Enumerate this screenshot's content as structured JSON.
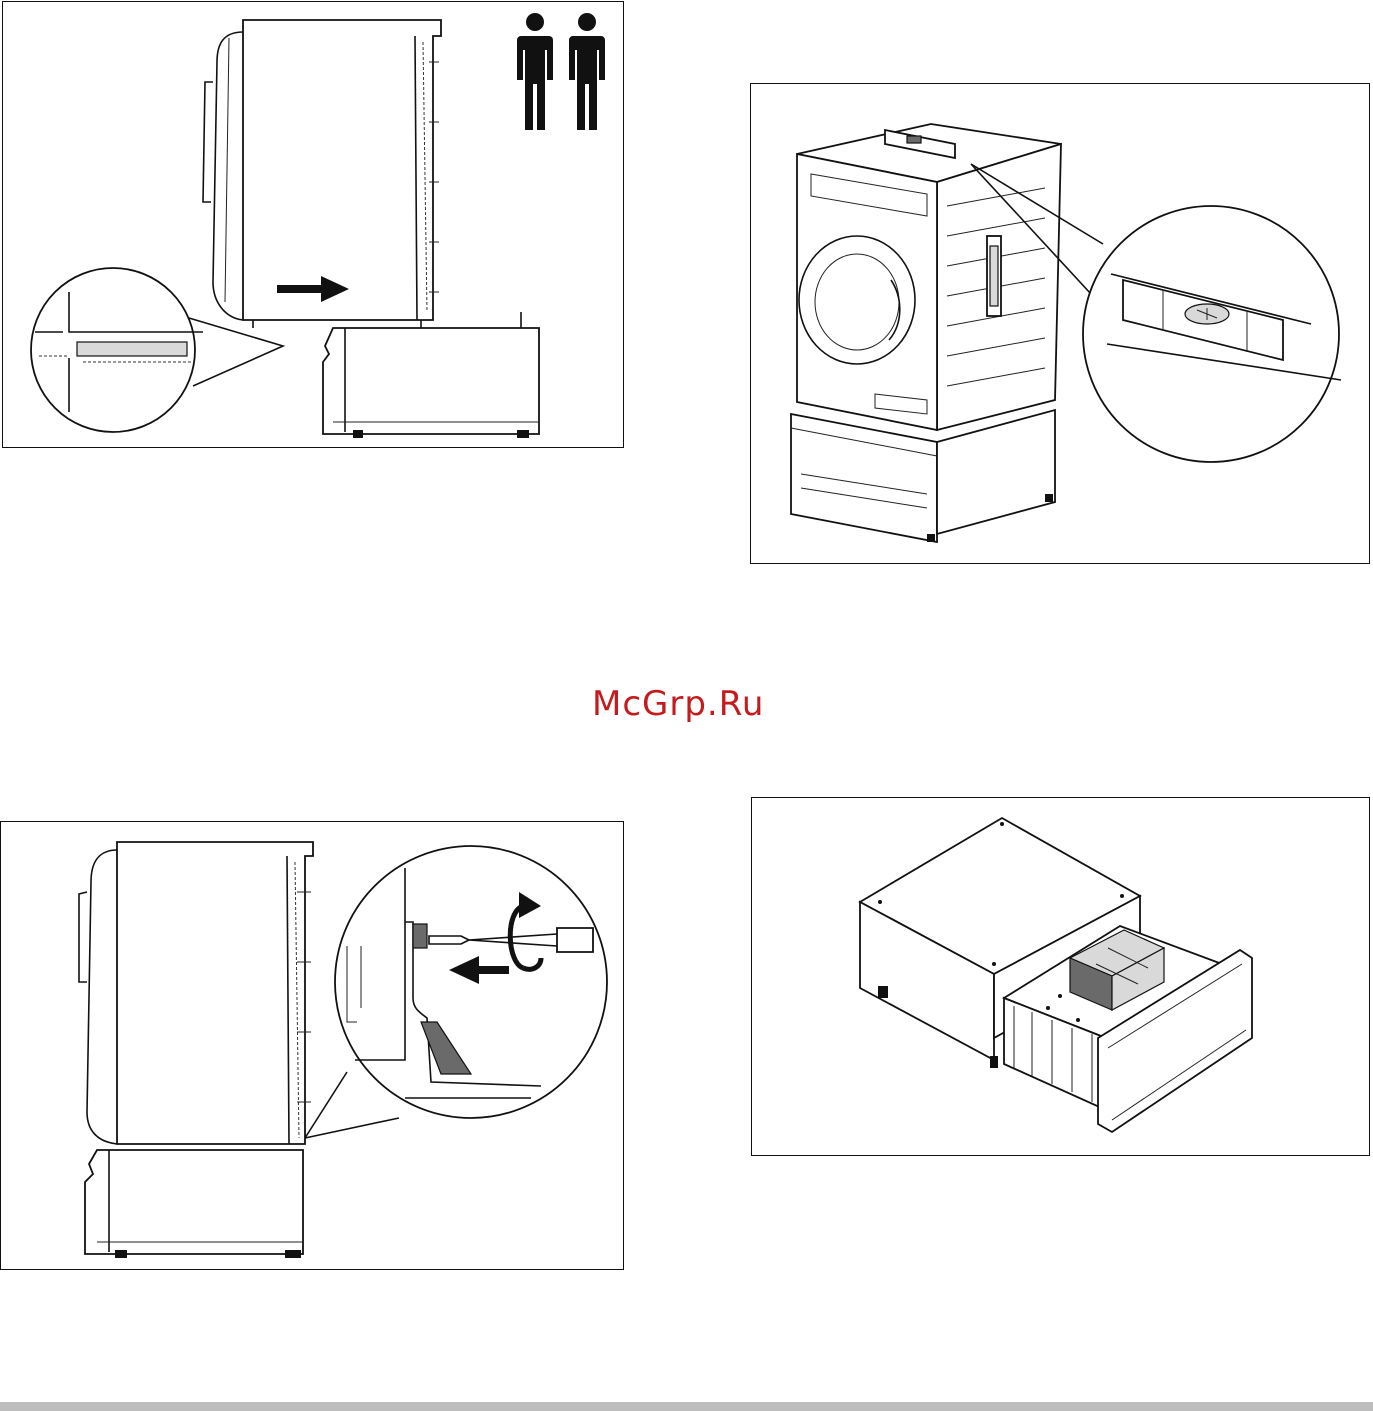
{
  "watermark": {
    "text": "McGrp.Ru",
    "color": "#c41c1c"
  },
  "figures": [
    {
      "id": "fig1",
      "icons": [
        "two-person-lift-icon",
        "arrow-right-icon",
        "magnifier-callout-icon"
      ]
    },
    {
      "id": "fig2",
      "icons": [
        "spirit-level-icon",
        "magnifier-callout-icon"
      ]
    },
    {
      "id": "fig3",
      "icons": [
        "screwdriver-icon",
        "rotate-clockwise-icon",
        "arrow-left-icon",
        "magnifier-callout-icon"
      ]
    },
    {
      "id": "fig4",
      "icons": [
        "pedestal-drawer-icon"
      ]
    }
  ],
  "colors": {
    "line": "#111111",
    "footer_bar": "#bdbdbd"
  }
}
